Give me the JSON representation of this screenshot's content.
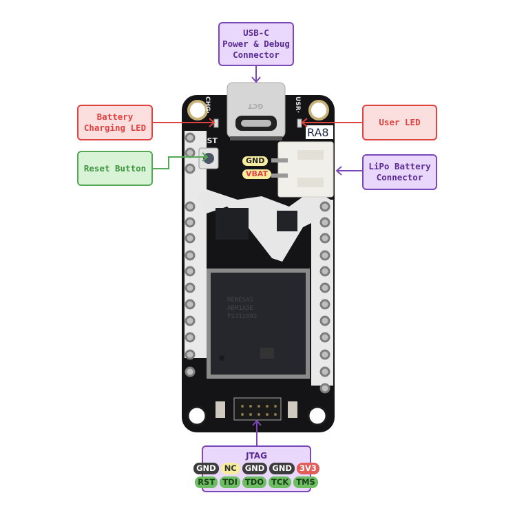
{
  "callouts": {
    "usb": {
      "lines": [
        "USB-C",
        "Power & Debug",
        "Connector"
      ],
      "color": "#7a47b8"
    },
    "charging_led": {
      "lines": [
        "Battery",
        "Charging LED"
      ],
      "color": "#e0423f"
    },
    "reset": {
      "lines": [
        "Reset Button"
      ],
      "color": "#55a956"
    },
    "user_led": {
      "lines": [
        "User LED"
      ],
      "color": "#e0423f"
    },
    "lipo": {
      "lines": [
        "LiPo Battery",
        "Connector"
      ],
      "color": "#7a47b8"
    }
  },
  "board": {
    "silkscreen": {
      "chg": "CHG·",
      "usr": "USR·",
      "rst": "RST",
      "model": "RA8",
      "usb_mark": "GCT"
    },
    "battery_pins": {
      "gnd": "GND",
      "vbat": "VBAT"
    },
    "mcu_marking": [
      "RENESAS",
      "ABM1A5E",
      "P2311002"
    ]
  },
  "jtag": {
    "title": "JTAG",
    "top_row": [
      {
        "label": "GND",
        "kind": "gnd"
      },
      {
        "label": "NC",
        "kind": "nc"
      },
      {
        "label": "GND",
        "kind": "gnd"
      },
      {
        "label": "GND",
        "kind": "gnd"
      },
      {
        "label": "3V3",
        "kind": "power"
      }
    ],
    "bottom_row": [
      {
        "label": "RST",
        "kind": "signal"
      },
      {
        "label": "TDI",
        "kind": "signal"
      },
      {
        "label": "TDO",
        "kind": "signal"
      },
      {
        "label": "TCK",
        "kind": "signal"
      },
      {
        "label": "TMS",
        "kind": "signal"
      }
    ]
  }
}
